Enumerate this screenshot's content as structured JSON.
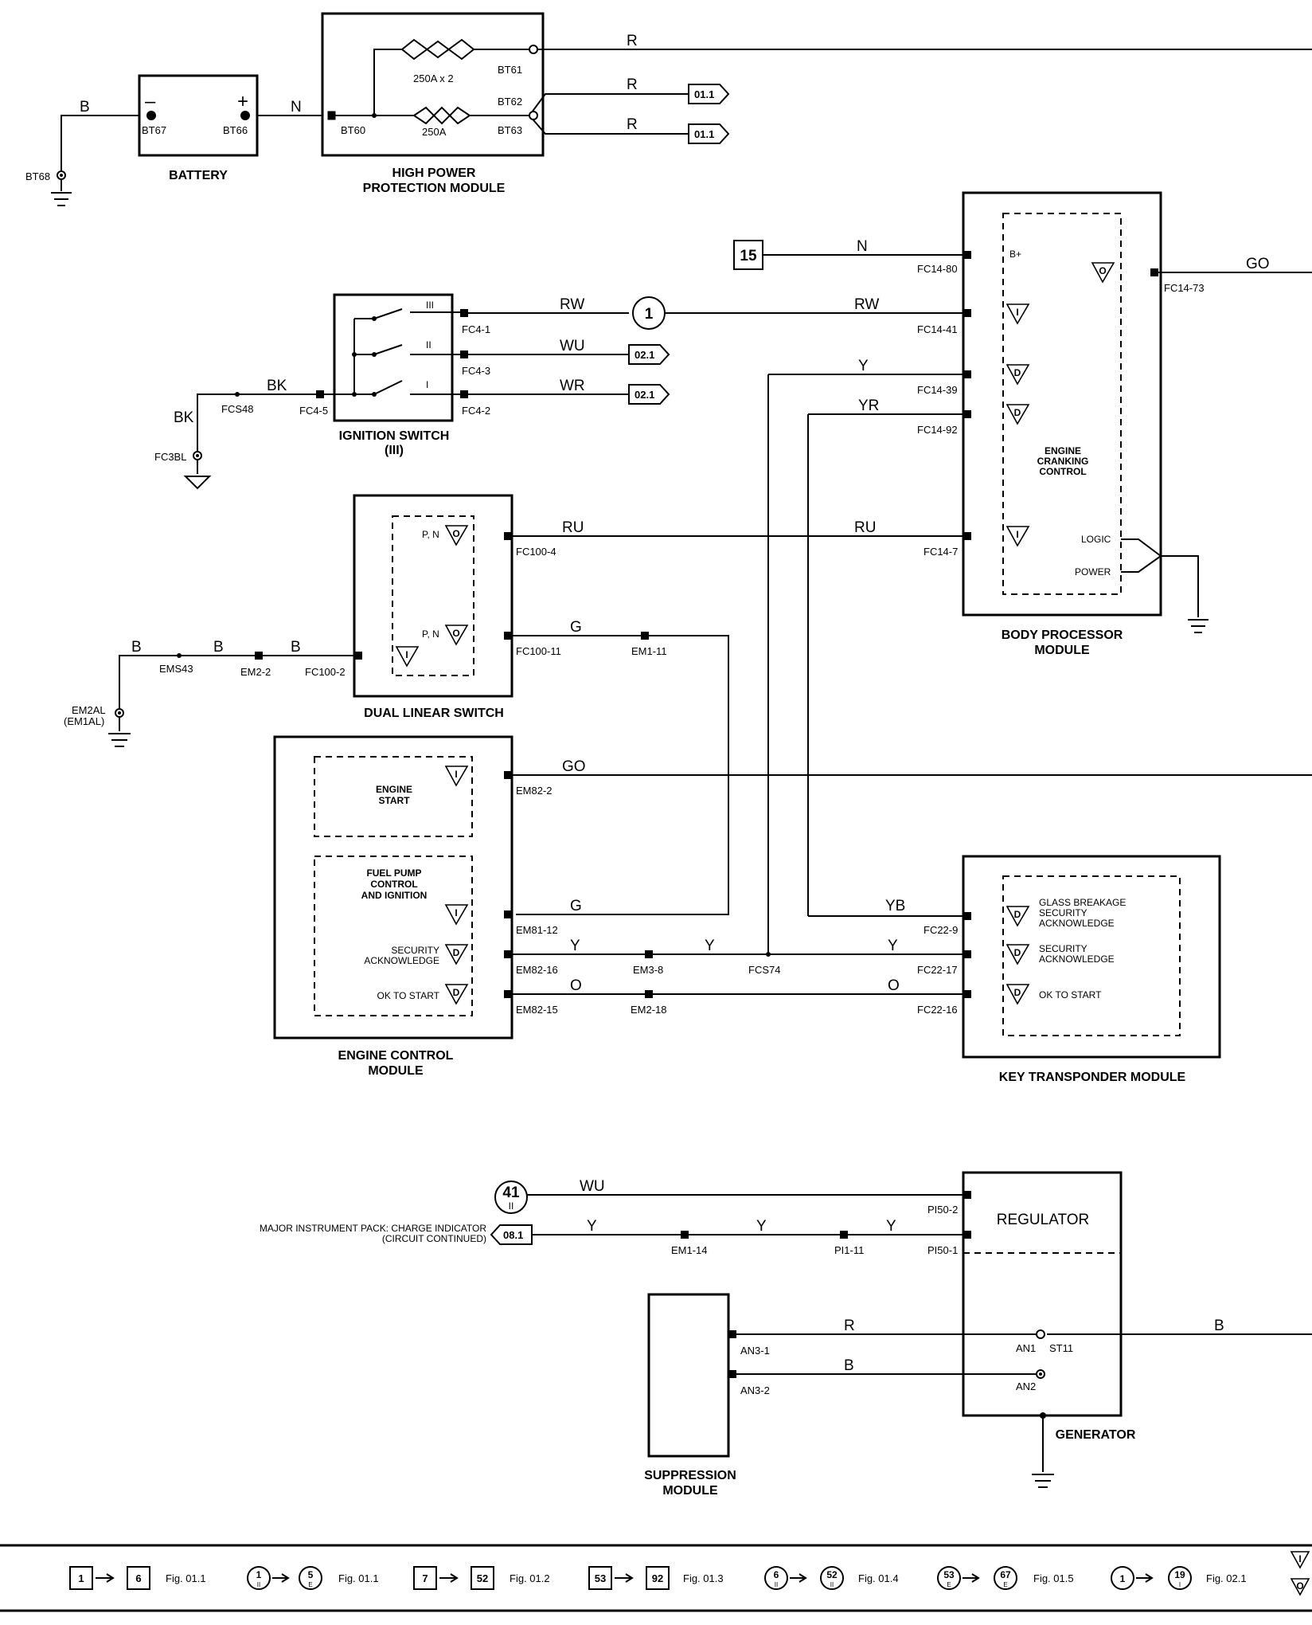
{
  "components": {
    "battery": "BATTERY",
    "hppm": [
      "HIGH POWER",
      "PROTECTION MODULE"
    ],
    "ignition": [
      "IGNITION SWITCH",
      "(III)"
    ],
    "dls": "DUAL LINEAR SWITCH",
    "bpm": [
      "BODY PROCESSOR",
      "MODULE"
    ],
    "ecm": [
      "ENGINE CONTROL",
      "MODULE"
    ],
    "ktm": "KEY TRANSPONDER MODULE",
    "generator": "GENERATOR",
    "suppression": [
      "SUPPRESSION",
      "MODULE"
    ]
  },
  "inner": {
    "ecc": [
      "ENGINE",
      "CRANKING",
      "CONTROL"
    ],
    "engine_start": [
      "ENGINE",
      "START"
    ],
    "fuel_pump": [
      "FUEL PUMP",
      "CONTROL",
      "AND IGNITION"
    ],
    "sec_ack": [
      "SECURITY",
      "ACKNOWLEDGE"
    ],
    "ok_start": "OK TO START",
    "glass": [
      "GLASS BREAKAGE",
      "SECURITY",
      "ACKNOWLEDGE"
    ],
    "ktm_sec": [
      "SECURITY",
      "ACKNOWLEDGE"
    ],
    "ktm_ok": "OK TO START",
    "regulator": "REGULATOR",
    "bplus": "B+",
    "logic": "LOGIC",
    "power": "POWER",
    "pn1": "P, N",
    "pn2": "P, N",
    "fuse1": "250A x 2",
    "fuse2": "250A",
    "pos_i": "I",
    "pos_ii": "II",
    "pos_iii": "III"
  },
  "glyphs": {
    "minus": "–",
    "plus": "+",
    "tri_i": "I",
    "tri_o": "O",
    "tri_d": "D"
  },
  "wires": {
    "b1": "B",
    "n1": "N",
    "r1": "R",
    "r2": "R",
    "r3": "R",
    "n2": "N",
    "go1": "GO",
    "rw1": "RW",
    "rw2": "RW",
    "wu1": "WU",
    "wr1": "WR",
    "bk1": "BK",
    "bk2": "BK",
    "y1": "Y",
    "yr1": "YR",
    "ru1": "RU",
    "ru2": "RU",
    "g1": "G",
    "b2": "B",
    "b3": "B",
    "b4": "B",
    "go2": "GO",
    "g2": "G",
    "y2": "Y",
    "y3": "Y",
    "y4": "Y",
    "o1": "O",
    "o2": "O",
    "yb1": "YB",
    "wu2": "WU",
    "y5": "Y",
    "y6": "Y",
    "y7": "Y",
    "r4": "R",
    "b5": "B",
    "b6": "B"
  },
  "pins": {
    "bt68": "BT68",
    "bt67": "BT67",
    "bt66": "BT66",
    "bt60": "BT60",
    "bt61": "BT61",
    "bt62": "BT62",
    "bt63": "BT63",
    "fc14_80": "FC14-80",
    "fc14_73": "FC14-73",
    "fc14_41": "FC14-41",
    "fc14_39": "FC14-39",
    "fc14_92": "FC14-92",
    "fc14_7": "FC14-7",
    "fc4_1": "FC4-1",
    "fc4_3": "FC4-3",
    "fc4_2": "FC4-2",
    "fc4_5": "FC4-5",
    "fcs48": "FCS48",
    "fc3bl": "FC3BL",
    "fc100_4": "FC100-4",
    "fc100_11": "FC100-11",
    "fc100_2": "FC100-2",
    "em1_11": "EM1-11",
    "em2_2": "EM2-2",
    "ems43": "EMS43",
    "em2al": "EM2AL",
    "em1al": "(EM1AL)",
    "em82_2": "EM82-2",
    "em81_12": "EM81-12",
    "em82_16": "EM82-16",
    "em82_15": "EM82-15",
    "em3_8": "EM3-8",
    "em2_18": "EM2-18",
    "fcs74": "FCS74",
    "fc22_9": "FC22-9",
    "fc22_17": "FC22-17",
    "fc22_16": "FC22-16",
    "pi50_2": "PI50-2",
    "pi50_1": "PI50-1",
    "em1_14": "EM1-14",
    "pi1_11": "PI1-11",
    "an3_1": "AN3-1",
    "an3_2": "AN3-2",
    "an1": "AN1",
    "st11": "ST11",
    "an2": "AN2"
  },
  "refs": {
    "r011a": "01.1",
    "r011b": "01.1",
    "r021a": "02.1",
    "r021b": "02.1",
    "r081": "08.1",
    "box15": "15",
    "circ1": "1",
    "circ41": "41",
    "circ41sub": "II"
  },
  "note": [
    "MAJOR INSTRUMENT PACK: CHARGE INDICATOR",
    "(CIRCUIT CONTINUED)"
  ],
  "legend": {
    "a_from": "1",
    "a_to": "6",
    "a_fig": "Fig. 01.1",
    "b_from": "1",
    "b_from_sub": "II",
    "b_to": "5",
    "b_to_sub": "E",
    "b_fig": "Fig. 01.1",
    "c_from": "7",
    "c_to": "52",
    "c_fig": "Fig. 01.2",
    "d_from": "53",
    "d_to": "92",
    "d_fig": "Fig. 01.3",
    "e_from": "6",
    "e_from_sub": "II",
    "e_to": "52",
    "e_to_sub": "II",
    "e_fig": "Fig. 01.4",
    "f_from": "53",
    "f_from_sub": "E",
    "f_to": "67",
    "f_to_sub": "E",
    "f_fig": "Fig. 01.5",
    "g_from": "1",
    "g_from_sub": "",
    "g_to": "19",
    "g_to_sub": "I",
    "g_fig": "Fig. 02.1"
  }
}
